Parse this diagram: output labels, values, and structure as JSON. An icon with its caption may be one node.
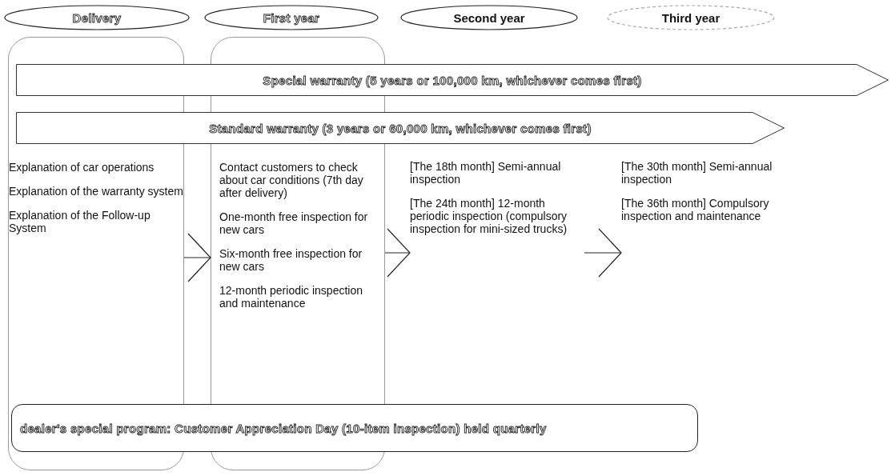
{
  "diagram": {
    "nodes": [
      {
        "text": [
          "Delivery"
        ]
      },
      {
        "text": [
          "First year"
        ]
      },
      {
        "text": [
          "Second year"
        ]
      },
      {
        "text": [
          "Third year"
        ]
      },
      {
        "text": [
          "Explanation of car operations",
          "Explanation of the warranty system",
          "Explanation of the Follow-up System"
        ]
      },
      {
        "text": [
          "Contact customers to check about car conditions (7th day after delivery)",
          "One-month free inspection for new cars",
          "Six-month free inspection for new cars",
          "12-month periodic inspection and maintenance"
        ]
      },
      {
        "text": [
          "[The 18th month] Semi-annual inspection",
          "[The 24th month] 12-month periodic inspection (compulsory inspection for mini-sized trucks)"
        ]
      },
      {
        "text": [
          "[The 30th month] Semi-annual inspection",
          "[The 36th month] Compulsory inspection and maintenance"
        ]
      },
      {
        "text": [
          "Special warranty (5 years or 100,000 km, whichever comes first)"
        ]
      },
      {
        "text": [
          "Standard warranty (3 years or 60,000 km, whichever comes first)"
        ]
      },
      {
        "text": [
          "dealer's special program: Customer Appreciation Day (10-item inspection) held quarterly"
        ]
      }
    ],
    "edges": [
      {
        "from": 4,
        "to": 5,
        "arrow": "to"
      },
      {
        "from": 5,
        "to": 6,
        "arrow": "to"
      },
      {
        "from": 6,
        "to": 7,
        "arrow": "to"
      }
    ]
  }
}
